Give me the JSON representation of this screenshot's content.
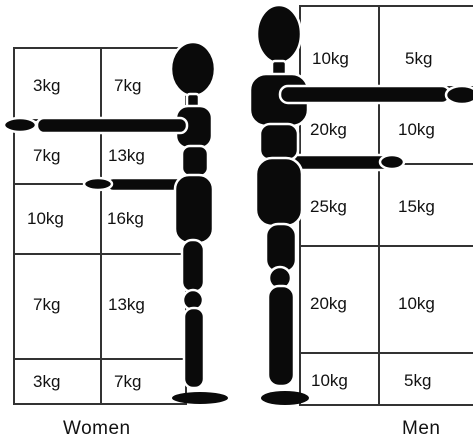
{
  "women": {
    "label": "Women",
    "rows": [
      {
        "left": "3kg",
        "right": "7kg"
      },
      {
        "left": "7kg",
        "right": "13kg"
      },
      {
        "left": "10kg",
        "right": "16kg"
      },
      {
        "left": "7kg",
        "right": "13kg"
      },
      {
        "left": "3kg",
        "right": "7kg"
      }
    ]
  },
  "men": {
    "label": "Men",
    "rows": [
      {
        "left": "10kg",
        "right": "5kg"
      },
      {
        "left": "20kg",
        "right": "10kg"
      },
      {
        "left": "25kg",
        "right": "15kg"
      },
      {
        "left": "20kg",
        "right": "10kg"
      },
      {
        "left": "10kg",
        "right": "5kg"
      }
    ]
  },
  "colors": {
    "ink": "#111111",
    "grid": "#333333",
    "figure": "#0a0a0a"
  },
  "icons": [
    "woman-mannequin-figure-icon",
    "man-mannequin-figure-icon"
  ]
}
